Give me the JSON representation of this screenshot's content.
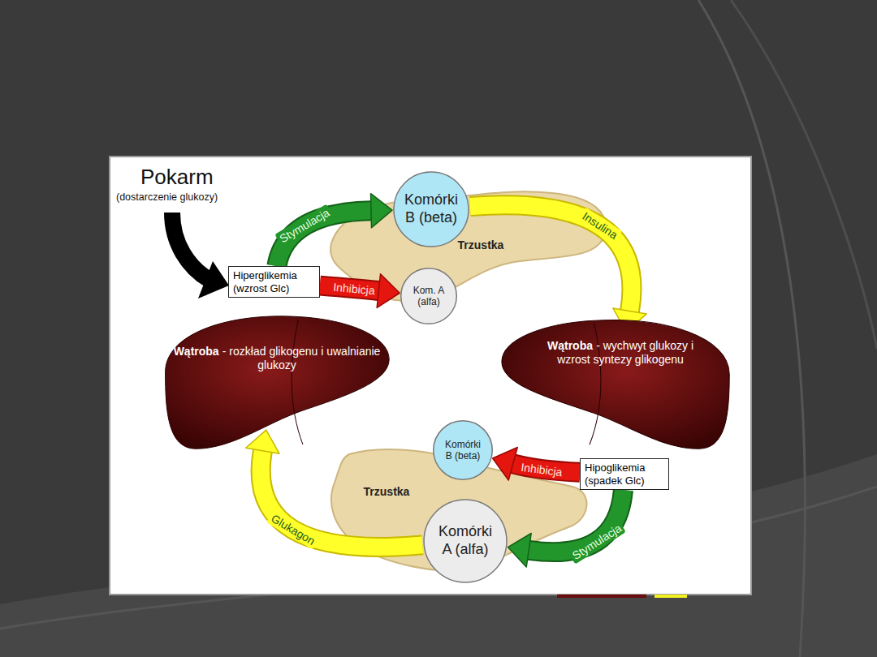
{
  "diagram": {
    "nodes": [
      {
        "text": [
          "Komórki B (beta)"
        ]
      },
      {
        "text": [
          "Trzustka"
        ]
      },
      {
        "text": [
          "Kom. A (alfa)"
        ]
      },
      {
        "text": [
          "Hiperglikemia (wzrost Glc)"
        ]
      },
      {
        "text": [
          "Wątroba",
          "- rozkład glikogenu i uwalnianie glukozy"
        ]
      },
      {
        "text": [
          "Wątroba",
          "- wychwyt glukozy i wzrost syntezy glikogenu"
        ]
      },
      {
        "text": [
          "Komórki B (beta)"
        ]
      },
      {
        "text": [
          "Hipoglikemia (spadek Glc)"
        ]
      },
      {
        "text": [
          "Trzustka"
        ]
      },
      {
        "text": [
          "Komórki A (alfa)"
        ]
      }
    ],
    "edges": [
      {
        "from": 3,
        "to": 0,
        "arrow": "to",
        "label": "Stymulacja"
      },
      {
        "from": 3,
        "to": 2,
        "arrow": "to",
        "label": "Inhibicja"
      },
      {
        "from": 0,
        "to": 5,
        "arrow": "to",
        "label": "Insulina"
      },
      {
        "from": 7,
        "to": 6,
        "arrow": "to",
        "label": "Inhibicja"
      },
      {
        "from": 7,
        "to": 9,
        "arrow": "to",
        "label": "Stymulacja"
      },
      {
        "from": 9,
        "to": 4,
        "arrow": "to",
        "label": "Glukagon"
      }
    ],
    "labels": [
      "Pokarm",
      "(dostarczenie glukozy)"
    ]
  }
}
